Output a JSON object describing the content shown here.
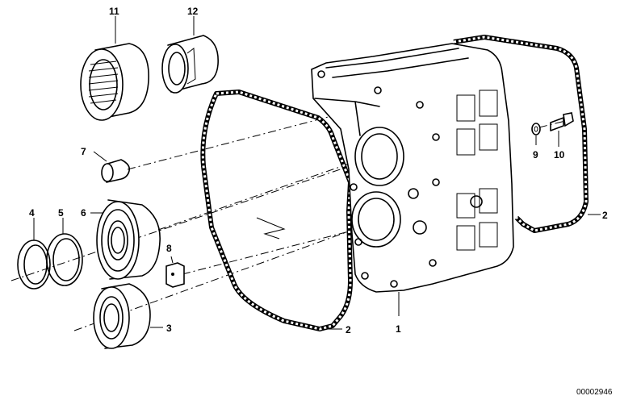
{
  "diagram": {
    "callouts": {
      "c1": "1",
      "c2a": "2",
      "c2b": "2",
      "c3": "3",
      "c4": "4",
      "c5": "5",
      "c6": "6",
      "c7": "7",
      "c8": "8",
      "c9": "9",
      "c10": "10",
      "c11": "11",
      "c12": "12"
    },
    "document_number": "00002946"
  }
}
